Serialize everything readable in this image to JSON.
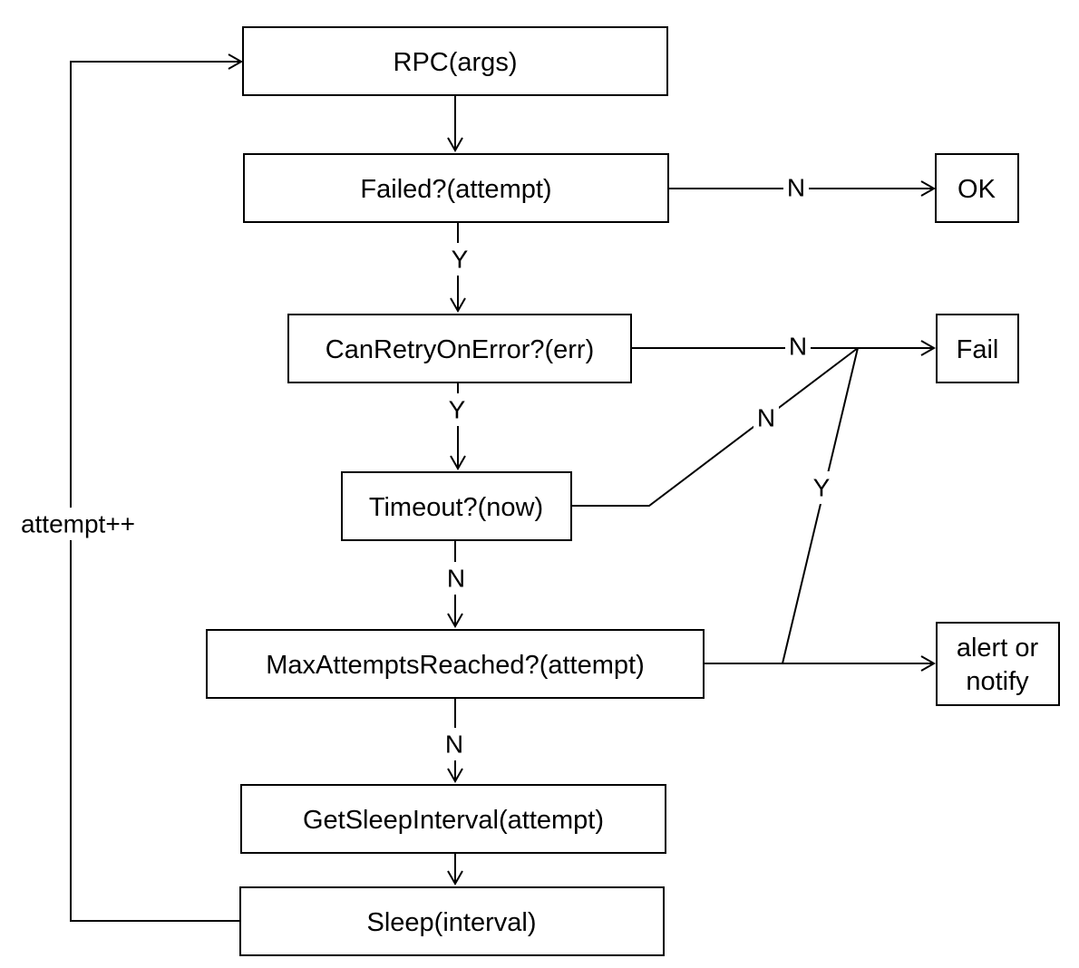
{
  "nodes": {
    "rpc": "RPC(args)",
    "failed": "Failed?(attempt)",
    "ok": "OK",
    "can_retry": "CanRetryOnError?(err)",
    "fail": "Fail",
    "timeout": "Timeout?(now)",
    "max_attempts": "MaxAttemptsReached?(attempt)",
    "alert": [
      "alert or",
      "notify"
    ],
    "get_sleep": "GetSleepInterval(attempt)",
    "sleep": "Sleep(interval)"
  },
  "edge_labels": {
    "failed_to_ok": "N",
    "failed_to_can_retry": "Y",
    "can_retry_to_fail": "N",
    "can_retry_to_timeout": "Y",
    "timeout_to_fail": "N",
    "timeout_to_max_attempts": "N",
    "max_attempts_to_fail": "Y",
    "max_attempts_to_get_sleep": "N",
    "loop_back": "attempt++"
  }
}
